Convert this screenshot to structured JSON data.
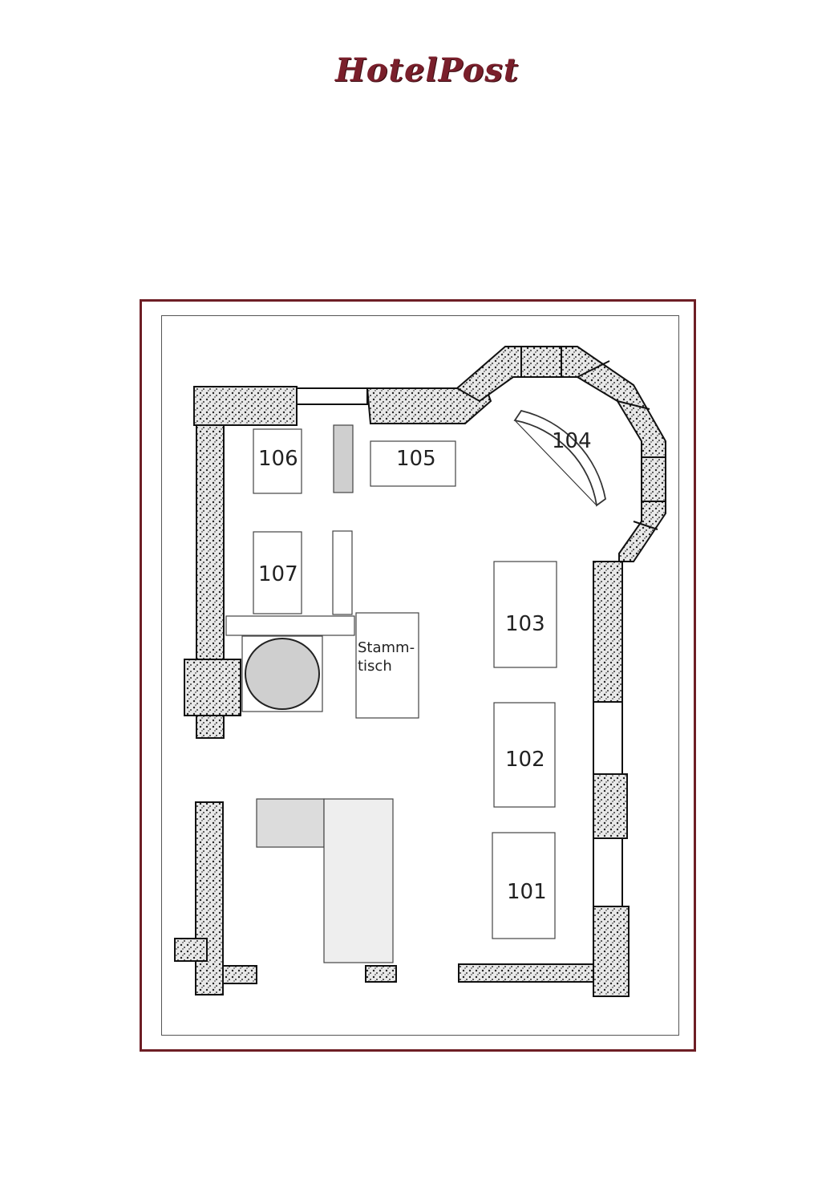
{
  "logo": {
    "text": "HotelPost"
  },
  "tables": {
    "t101": "101",
    "t102": "102",
    "t103": "103",
    "t104": "104",
    "t105": "105",
    "t106": "106",
    "t107": "107"
  },
  "stammtisch": {
    "line1": "Stamm-",
    "line2": "tisch"
  },
  "colors": {
    "frame": "#6e1e25",
    "logo": "#7a1f2b",
    "wall": "#d9d9d9"
  }
}
